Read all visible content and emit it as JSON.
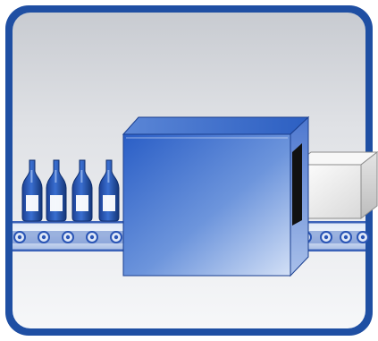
{
  "scene": {
    "description_free": true,
    "colors": {
      "frame_blue": "#1f4fa3",
      "frame_inner_top": "#c9ccd2",
      "frame_inner_bottom": "#f4f5f7",
      "belt_blue": "#6f8fcf",
      "belt_light": "#dce6f5",
      "bottle_blue": "#2a55b5",
      "machine_front_top": "#2f63c8",
      "machine_front_bottom": "#bcd0f2",
      "machine_side": "#6f8fcf",
      "box_white": "#f2f2f2",
      "box_gray": "#cfcfcf"
    },
    "counts": {
      "bottles": 4,
      "left_rollers": 5,
      "right_rollers": 4
    }
  }
}
